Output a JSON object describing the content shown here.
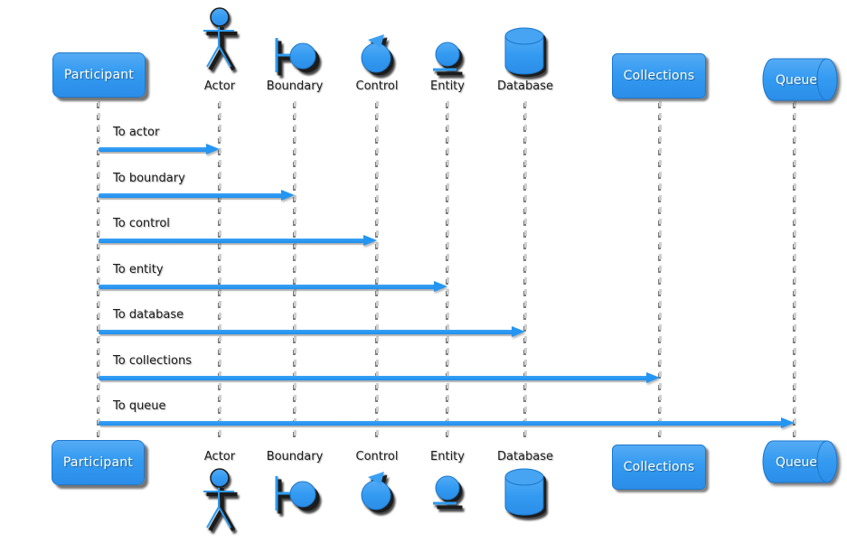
{
  "palette": {
    "fill_blue": "#339af1",
    "fill_blue_light": "#55abf4",
    "fill_blue_dark": "#2b8de8",
    "border_blue": "#1e78ce",
    "arrow_blue": "#2396f2",
    "label_text": "#1b1b1b",
    "box_text": "#ffffff",
    "lifeline_gray": "#cfcfcf",
    "background": "#ffffff"
  },
  "participants": [
    {
      "label": "Participant",
      "type": "participant"
    },
    {
      "label": "Actor",
      "type": "actor"
    },
    {
      "label": "Boundary",
      "type": "boundary"
    },
    {
      "label": "Control",
      "type": "control"
    },
    {
      "label": "Entity",
      "type": "entity"
    },
    {
      "label": "Database",
      "type": "database"
    },
    {
      "label": "Collections",
      "type": "collections"
    },
    {
      "label": "Queue",
      "type": "queue"
    }
  ],
  "messages": [
    {
      "label": "To actor",
      "from": "Participant",
      "to": "Actor"
    },
    {
      "label": "To boundary",
      "from": "Participant",
      "to": "Boundary"
    },
    {
      "label": "To control",
      "from": "Participant",
      "to": "Control"
    },
    {
      "label": "To entity",
      "from": "Participant",
      "to": "Entity"
    },
    {
      "label": "To database",
      "from": "Participant",
      "to": "Database"
    },
    {
      "label": "To collections",
      "from": "Participant",
      "to": "Collections"
    },
    {
      "label": "To queue",
      "from": "Participant",
      "to": "Queue"
    }
  ]
}
